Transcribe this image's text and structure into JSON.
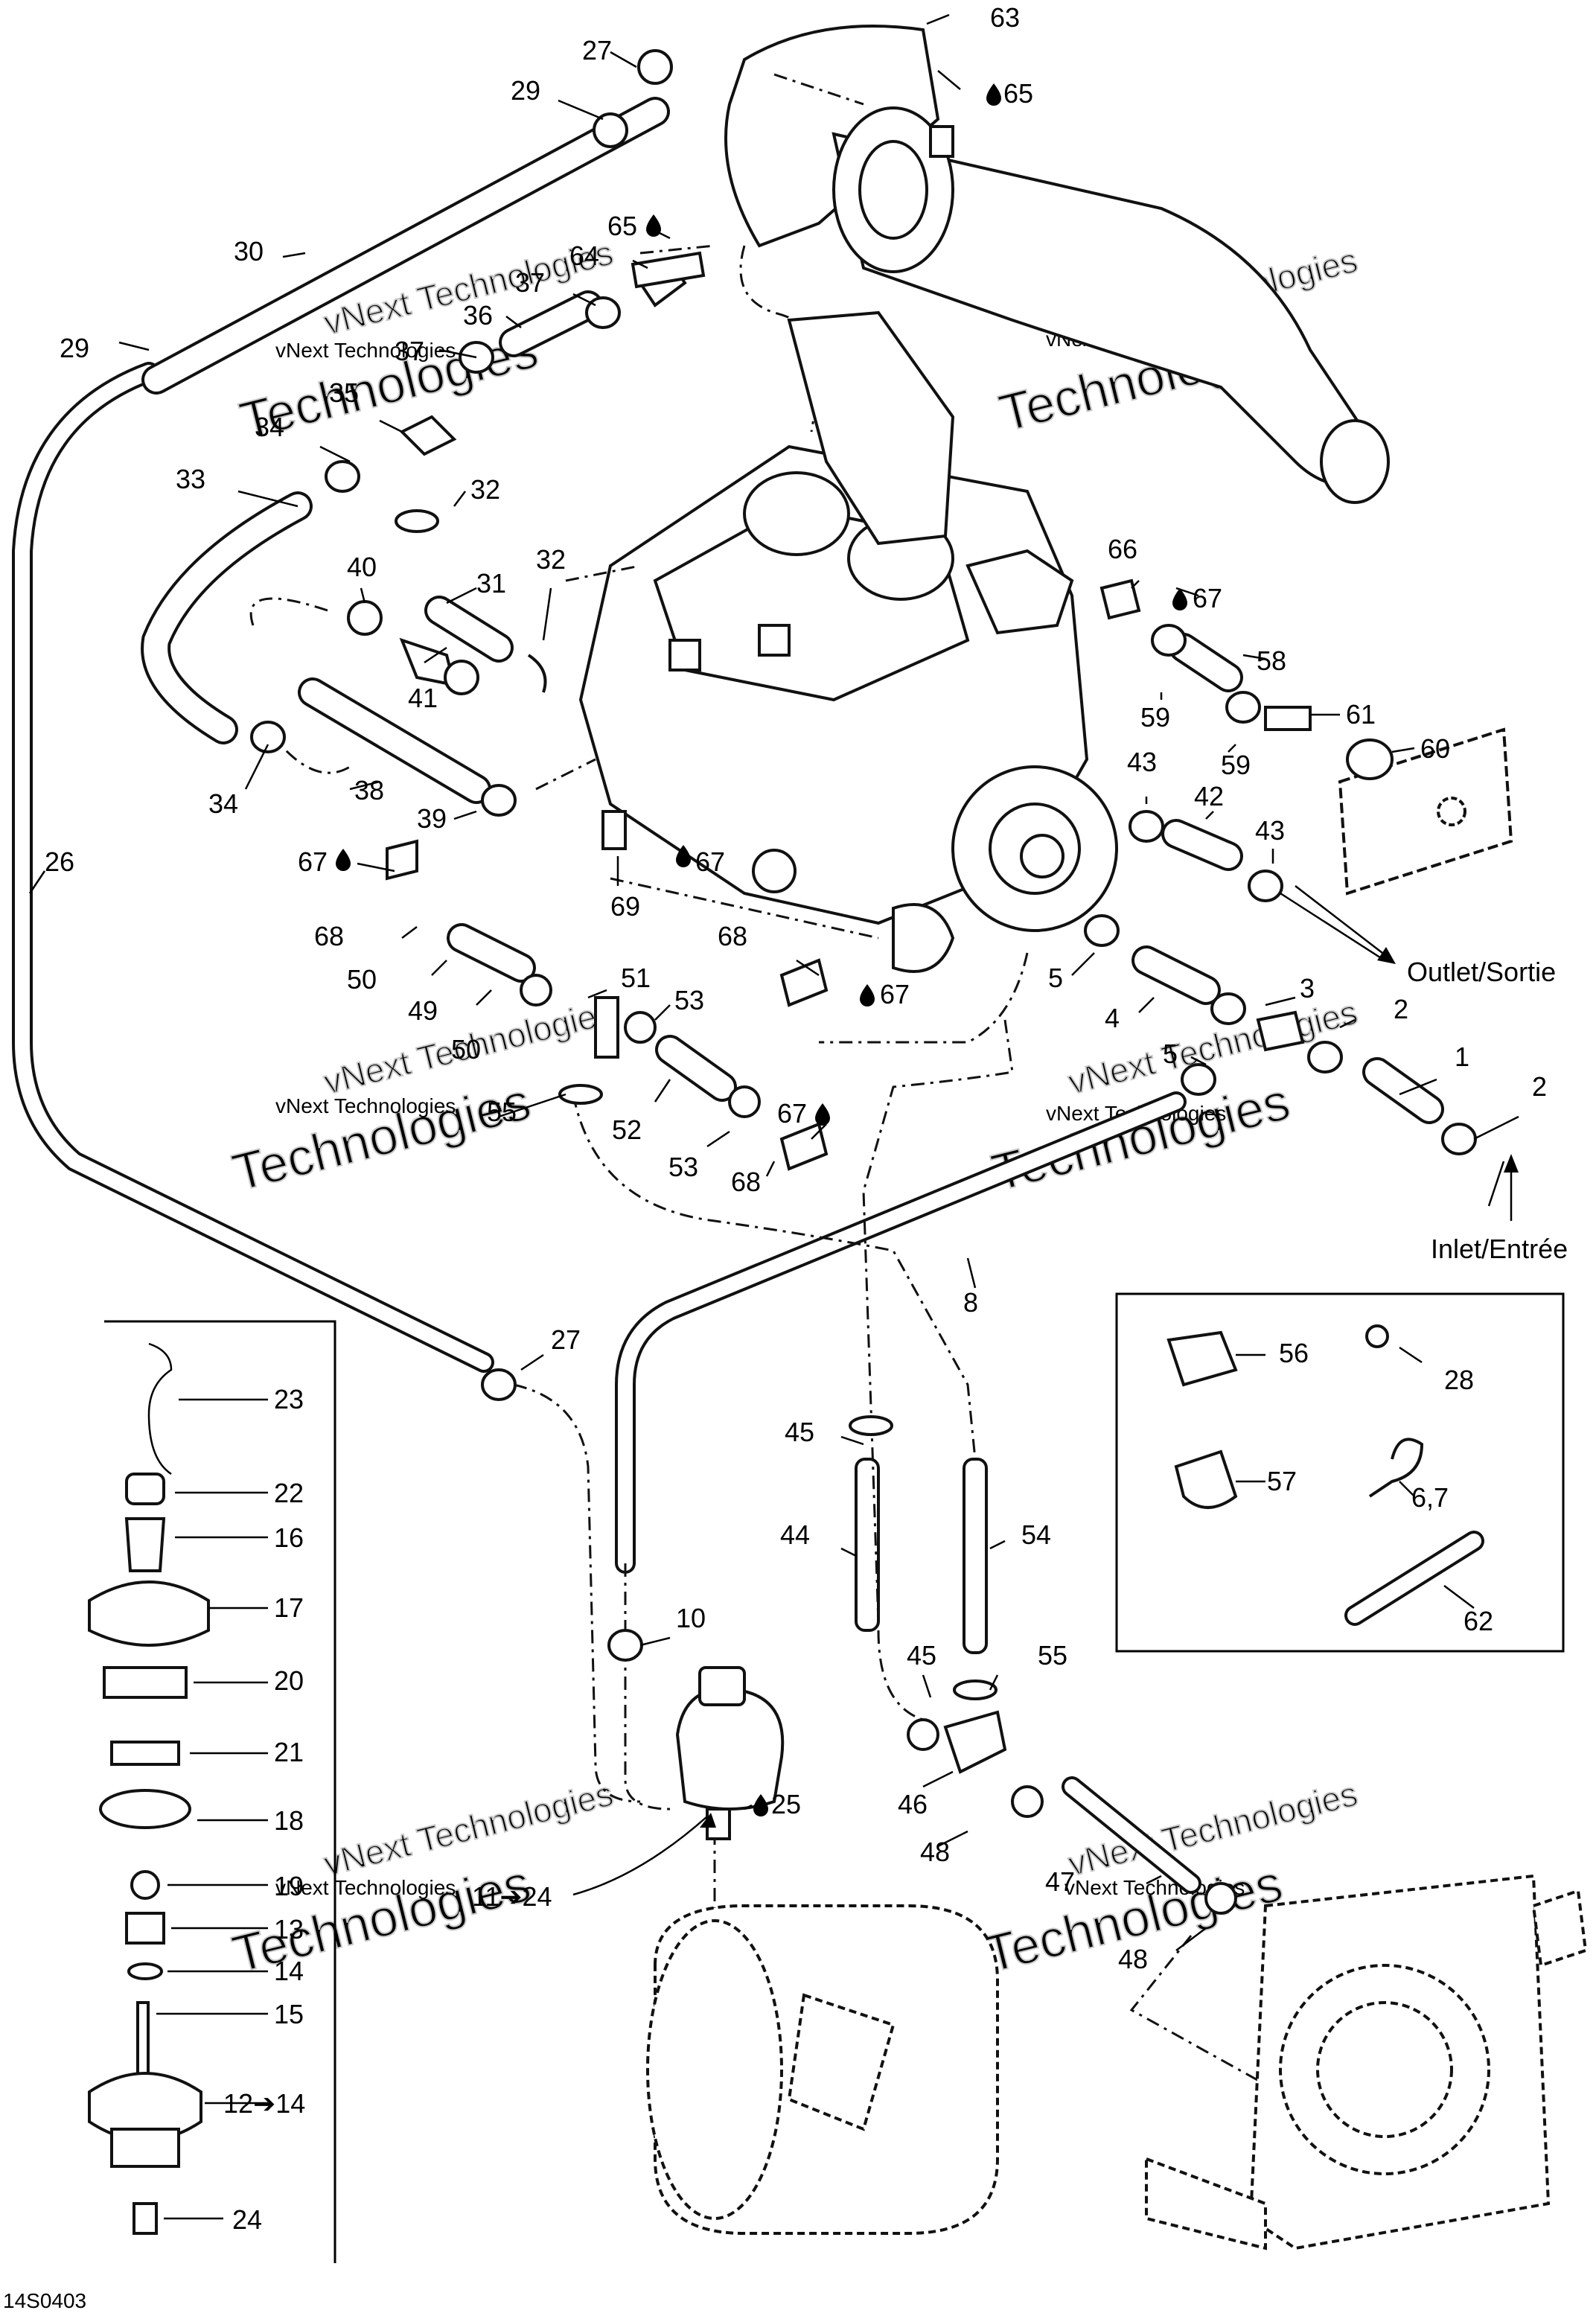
{
  "diagram": {
    "drawing_code": "14S0403",
    "watermark": {
      "line1": "vNext Technologies",
      "line2": "Technologies"
    },
    "flow_labels": {
      "outlet": "Outlet/Sortie",
      "inlet": "Inlet/Entrée"
    },
    "callouts": {
      "c1": "1",
      "c2a": "2",
      "c2b": "2",
      "c3": "3",
      "c4": "4",
      "c5a": "5",
      "c5b": "5",
      "c8": "8",
      "c10": "10",
      "c11_24": "11➔24",
      "c12_14": "12➔14",
      "c13": "13",
      "c14": "14",
      "c15": "15",
      "c16": "16",
      "c17": "17",
      "c18": "18",
      "c19": "19",
      "c20": "20",
      "c21": "21",
      "c22": "22",
      "c23": "23",
      "c24": "24",
      "c25": "25",
      "c26": "26",
      "c27a": "27",
      "c27b": "27",
      "c28": "28",
      "c29a": "29",
      "c29b": "29",
      "c30": "30",
      "c31": "31",
      "c32a": "32",
      "c32b": "32",
      "c33": "33",
      "c34a": "34",
      "c34b": "34",
      "c35": "35",
      "c36": "36",
      "c37a": "37",
      "c37b": "37",
      "c38": "38",
      "c39": "39",
      "c40": "40",
      "c41": "41",
      "c42": "42",
      "c43a": "43",
      "c43b": "43",
      "c44": "44",
      "c45a": "45",
      "c45b": "45",
      "c46": "46",
      "c47": "47",
      "c48a": "48",
      "c48b": "48",
      "c49": "49",
      "c50a": "50",
      "c50b": "50",
      "c51": "51",
      "c52": "52",
      "c53a": "53",
      "c53b": "53",
      "c54": "54",
      "c55a": "55",
      "c55b": "55",
      "c56": "56",
      "c57": "57",
      "c58": "58",
      "c59a": "59",
      "c59b": "59",
      "c60": "60",
      "c61": "61",
      "c62": "62",
      "c63": "63",
      "c64": "64",
      "c65a": "65",
      "c65b": "65",
      "c66": "66",
      "c67a": "67",
      "c67b": "67",
      "c67c": "67",
      "c67d": "67",
      "c67e": "67",
      "c68a": "68",
      "c68b": "68",
      "c68c": "68",
      "c69": "69",
      "c6_7": "6,7"
    }
  }
}
